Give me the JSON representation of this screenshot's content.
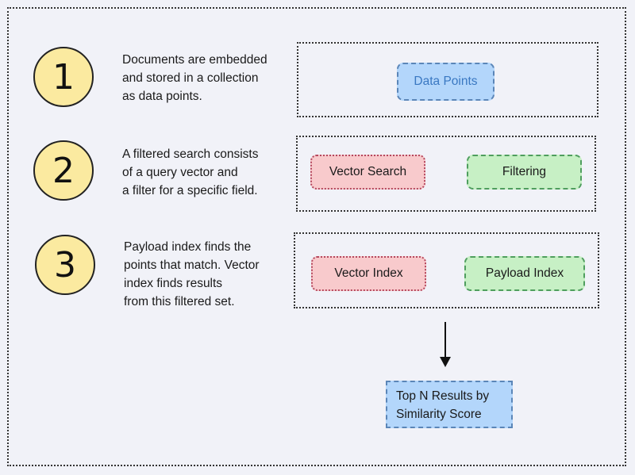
{
  "steps": [
    {
      "number": "1",
      "text": "Documents are embedded\nand stored in a collection\nas data points."
    },
    {
      "number": "2",
      "text": "A filtered search consists\nof a query vector and\na filter for a specific field."
    },
    {
      "number": "3",
      "text": "Payload index finds the\npoints that match. Vector\nindex finds results\nfrom this filtered set."
    }
  ],
  "row1": {
    "data_points": "Data Points"
  },
  "row2": {
    "vector_search": "Vector Search",
    "filtering": "Filtering"
  },
  "row3": {
    "vector_index": "Vector Index",
    "payload_index": "Payload Index"
  },
  "result": {
    "label": "Top N Results by\nSimilarity Score"
  },
  "colors": {
    "background": "#f1f2f8",
    "step_circle": "#fbeaa0",
    "blue_box": "#b3d6fb",
    "red_box": "#f8cacc",
    "green_box": "#c7f0c5"
  }
}
